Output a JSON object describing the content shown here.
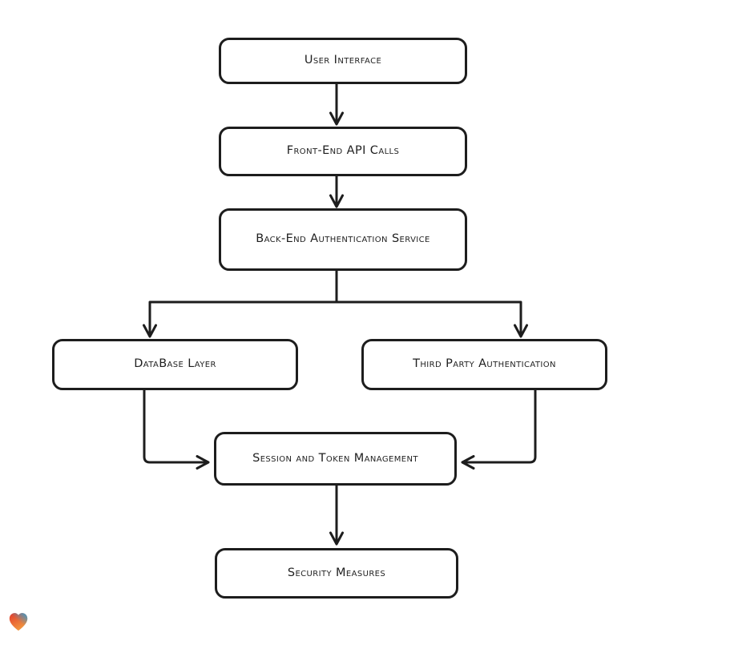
{
  "page": {
    "background_color": "#ffffff"
  },
  "diagram": {
    "type": "flowchart",
    "direction": "top-down",
    "style": {
      "node_fill": "#ffffff",
      "stroke_color": "#1d1d1d",
      "text_color": "#1f1f1f"
    },
    "nodes": [
      {
        "id": "user-interface",
        "label": "User Interface"
      },
      {
        "id": "front-end-api-calls",
        "label": "Front-End API Calls"
      },
      {
        "id": "back-end-authentication-service",
        "label": "Back-End Authentication Service"
      },
      {
        "id": "database-layer",
        "label": "DataBase Layer"
      },
      {
        "id": "third-party-authentication",
        "label": "Third Party Authentication"
      },
      {
        "id": "session-and-token-management",
        "label": "Session and Token Management"
      },
      {
        "id": "security-measures",
        "label": "Security Measures"
      }
    ],
    "edges": [
      {
        "from": "user-interface",
        "to": "front-end-api-calls"
      },
      {
        "from": "front-end-api-calls",
        "to": "back-end-authentication-service"
      },
      {
        "from": "back-end-authentication-service",
        "to": "database-layer"
      },
      {
        "from": "back-end-authentication-service",
        "to": "third-party-authentication"
      },
      {
        "from": "database-layer",
        "to": "session-and-token-management"
      },
      {
        "from": "third-party-authentication",
        "to": "session-and-token-management"
      },
      {
        "from": "session-and-token-management",
        "to": "security-measures"
      }
    ]
  },
  "logo": {
    "shape": "heart",
    "colors": {
      "red": "#e23a2c",
      "orange": "#f2993f",
      "blue": "#2d9fd5"
    }
  }
}
